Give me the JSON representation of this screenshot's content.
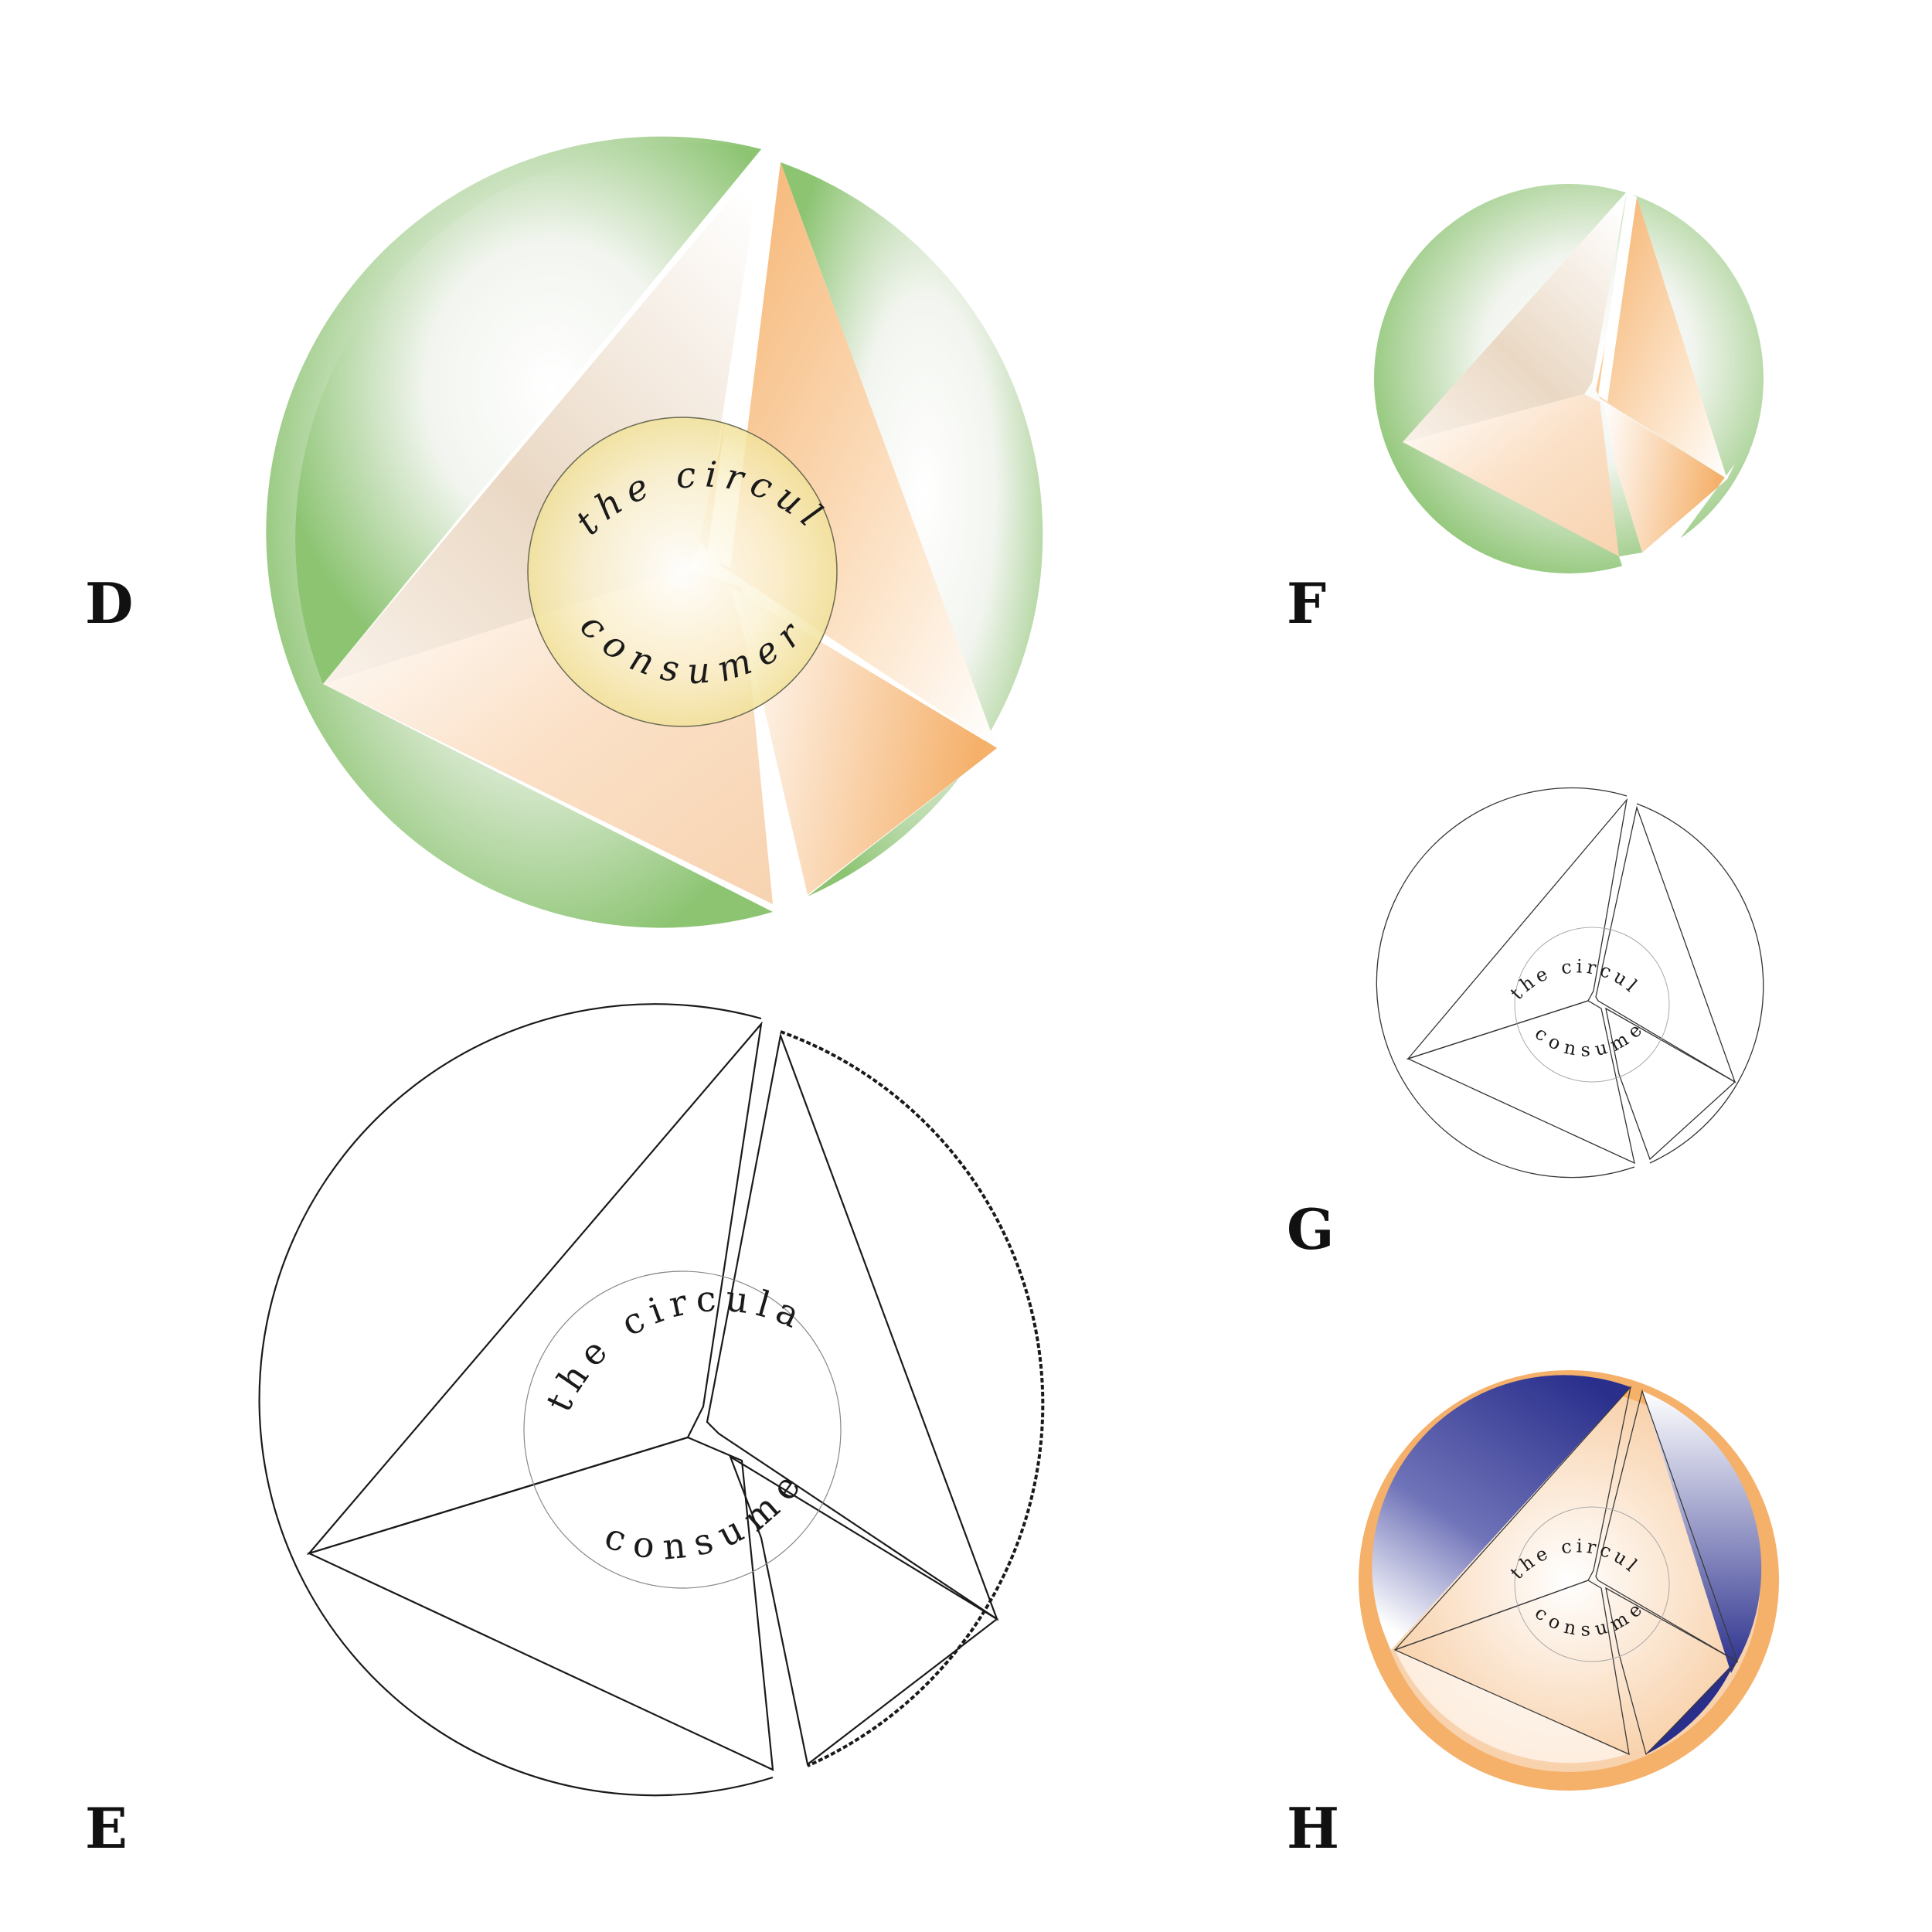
{
  "variants": [
    {
      "id": "D",
      "label": "D",
      "style": "gradient-green"
    },
    {
      "id": "E",
      "label": "E",
      "style": "outline-rough"
    },
    {
      "id": "F",
      "label": "F",
      "style": "gradient-green-small"
    },
    {
      "id": "G",
      "label": "G",
      "style": "outline-thin"
    },
    {
      "id": "H",
      "label": "H",
      "style": "orange-ring-navy"
    }
  ],
  "logo_text": {
    "top": "the circular",
    "bottom": "consumer"
  },
  "colors": {
    "green": "#8cc472",
    "orange": "#f5b06a",
    "cream": "#f3e7a8",
    "navy": "#2a2f8c",
    "ink": "#1a1a1a"
  }
}
